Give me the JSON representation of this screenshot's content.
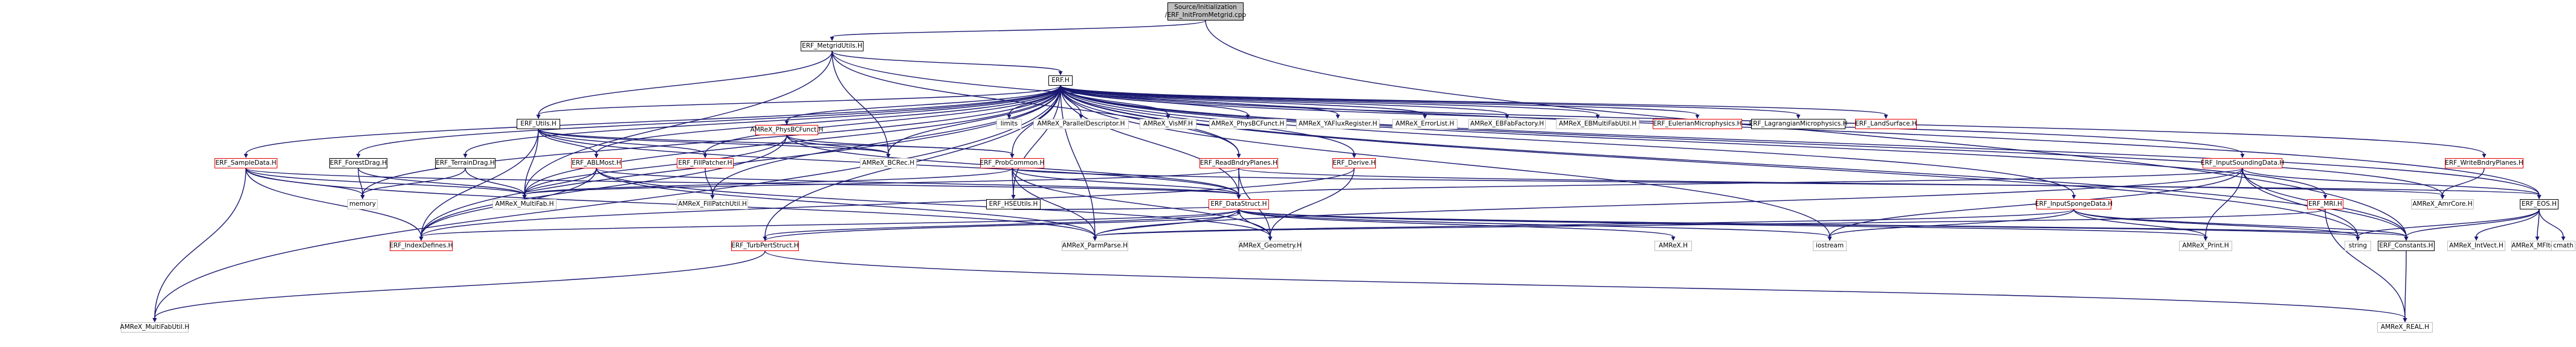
{
  "nodes": {
    "root": {
      "label": "Source/Initialization\n/ERF_InitFromMetgrid.cpp",
      "style": "root"
    },
    "metgrid": {
      "label": "ERF_MetgridUtils.H",
      "style": "black"
    },
    "erfh": {
      "label": "ERF.H",
      "style": "black"
    },
    "utils": {
      "label": "ERF_Utils.H",
      "style": "black"
    },
    "limits": {
      "label": "limits",
      "style": "grey"
    },
    "paralleldesc": {
      "label": "AMReX_ParallelDescriptor.H",
      "style": "grey"
    },
    "vismf": {
      "label": "AMReX_VisMF.H",
      "style": "grey"
    },
    "physbcfunct": {
      "label": "AMReX_PhysBCFunct.H",
      "style": "grey"
    },
    "yafluxreg": {
      "label": "AMReX_YAFluxRegister.H",
      "style": "grey"
    },
    "errorlist": {
      "label": "AMReX_ErrorList.H",
      "style": "grey"
    },
    "ebfabfactory": {
      "label": "AMReX_EBFabFactory.H",
      "style": "grey"
    },
    "ebmultifabutil": {
      "label": "AMReX_EBMultiFabUtil.H",
      "style": "grey"
    },
    "eulerian": {
      "label": "ERF_EulerianMicrophysics.H",
      "style": "red"
    },
    "lagrangian": {
      "label": "ERF_LagrangianMicrophysics.H",
      "style": "black"
    },
    "landsurface": {
      "label": "ERF_LandSurface.H",
      "style": "red"
    },
    "physbcfunctH": {
      "label": "ERF_PhysBCFunct.H",
      "style": "red"
    },
    "sampledata": {
      "label": "ERF_SampleData.H",
      "style": "red"
    },
    "forestdrag": {
      "label": "ERF_ForestDrag.H",
      "style": "black"
    },
    "terraindrag": {
      "label": "ERF_TerrainDrag.H",
      "style": "black"
    },
    "ablmost": {
      "label": "ERF_ABLMost.H",
      "style": "red"
    },
    "fillpatcher": {
      "label": "ERF_FillPatcher.H",
      "style": "red"
    },
    "bcrec": {
      "label": "AMReX_BCRec.H",
      "style": "grey"
    },
    "probcommon": {
      "label": "ERF_ProbCommon.H",
      "style": "red"
    },
    "readbndry": {
      "label": "ERF_ReadBndryPlanes.H",
      "style": "red"
    },
    "derive": {
      "label": "ERF_Derive.H",
      "style": "red"
    },
    "inputsounding": {
      "label": "ERF_InputSoundingData.H",
      "style": "red"
    },
    "writebndry": {
      "label": "ERF_WriteBndryPlanes.H",
      "style": "red"
    },
    "memory": {
      "label": "memory",
      "style": "grey"
    },
    "multifab": {
      "label": "AMReX_MultiFab.H",
      "style": "grey"
    },
    "fillpatchutil": {
      "label": "AMReX_FillPatchUtil.H",
      "style": "grey"
    },
    "hseutils": {
      "label": "ERF_HSEUtils.H",
      "style": "black"
    },
    "datastruct": {
      "label": "ERF_DataStruct.H",
      "style": "red"
    },
    "inputsponge": {
      "label": "ERF_InputSpongeData.H",
      "style": "red"
    },
    "mri": {
      "label": "ERF_MRI.H",
      "style": "red"
    },
    "eos": {
      "label": "ERF_EOS.H",
      "style": "black"
    },
    "amrcore": {
      "label": "AMReX_AmrCore.H",
      "style": "grey"
    },
    "indexdefines": {
      "label": "ERF_IndexDefines.H",
      "style": "red"
    },
    "turbpert": {
      "label": "ERF_TurbPertStruct.H",
      "style": "red"
    },
    "parmparse": {
      "label": "AMReX_ParmParse.H",
      "style": "grey"
    },
    "geometry": {
      "label": "AMReX_Geometry.H",
      "style": "grey"
    },
    "amrexh": {
      "label": "AMReX.H",
      "style": "grey"
    },
    "iostream": {
      "label": "iostream",
      "style": "grey"
    },
    "print": {
      "label": "AMReX_Print.H",
      "style": "grey"
    },
    "string": {
      "label": "string",
      "style": "grey"
    },
    "constants": {
      "label": "ERF_Constants.H",
      "style": "black"
    },
    "intvect": {
      "label": "AMReX_IntVect.H",
      "style": "grey"
    },
    "mfilter": {
      "label": "AMReX_MFIter.H",
      "style": "grey"
    },
    "cmath": {
      "label": "cmath",
      "style": "grey"
    },
    "multifabutil": {
      "label": "AMReX_MultiFabUtil.H",
      "style": "grey"
    },
    "real": {
      "label": "AMReX_REAL.H",
      "style": "grey"
    }
  },
  "colors": {
    "edge": "#191970",
    "root_fill": "#bfbfbf",
    "project_border": "#e60000",
    "external_border": "#bfbfbf"
  }
}
